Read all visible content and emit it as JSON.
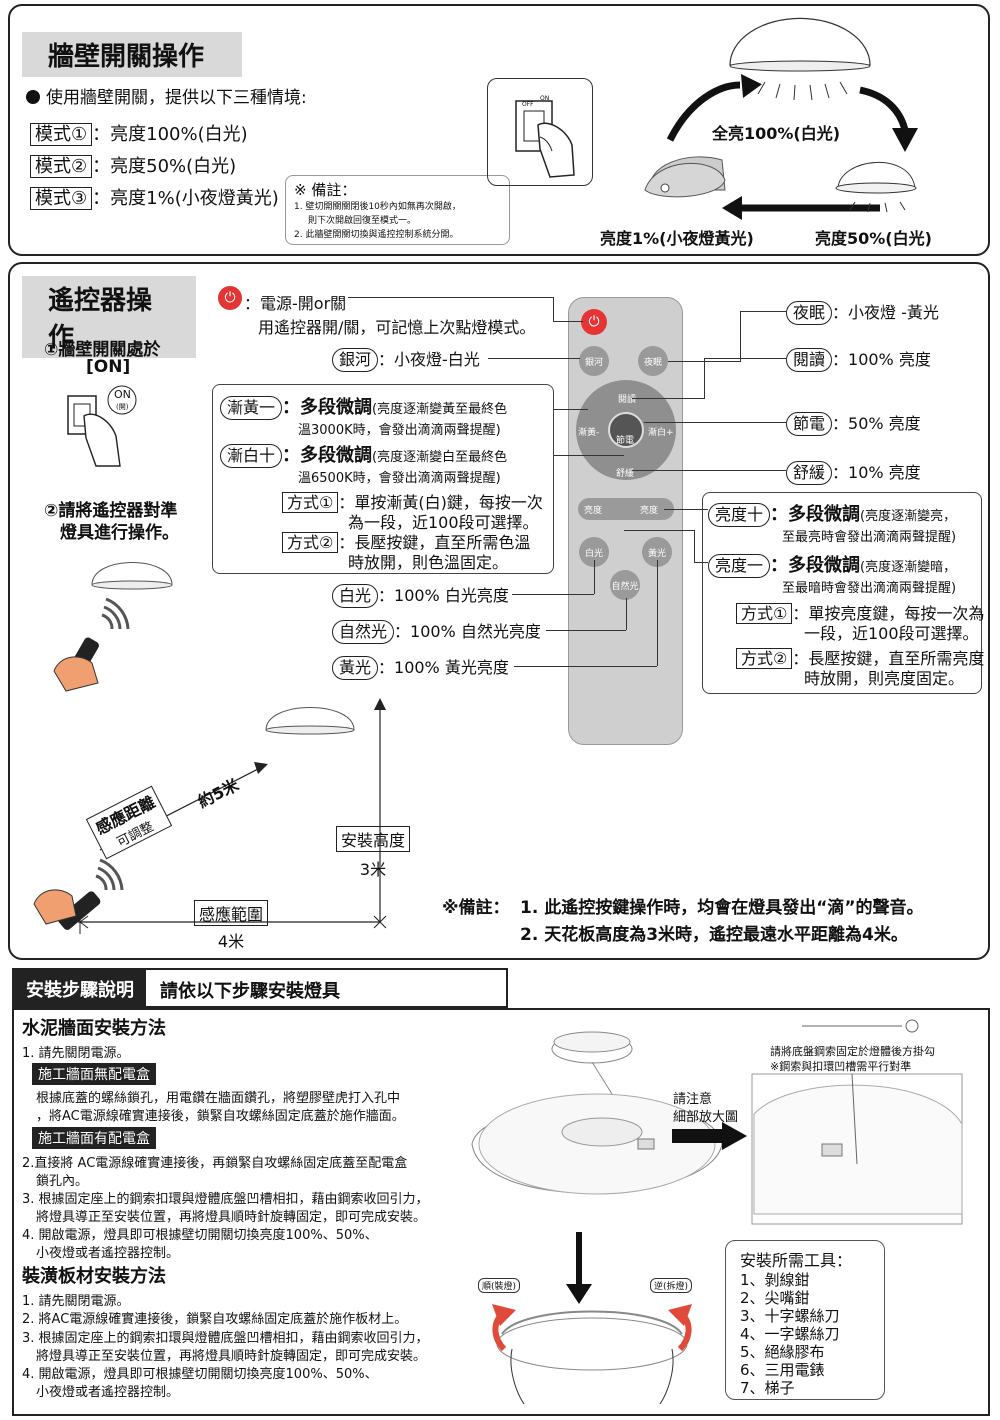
{
  "wall": {
    "title": "牆壁開關操作",
    "intro": "使用牆壁開關，提供以下三種情境:",
    "modes": [
      {
        "tag": "模式①",
        "text": "：亮度100%(白光)"
      },
      {
        "tag": "模式②",
        "text": "：亮度50%(白光)"
      },
      {
        "tag": "模式③",
        "text": "：亮度1%(小夜燈黃光)"
      }
    ],
    "note_title": "※ 備註：",
    "note_lines": [
      "1. 壁切開關關閉後10秒內如無再次開啟，",
      "則下次開啟回復至模式一。",
      "2. 此牆壁開關切換與遙控控制系統分開。"
    ],
    "cycle_top": "全亮100%(白光)",
    "cycle_left": "亮度1%(小夜燈黃光)",
    "cycle_right": "亮度50%(白光)",
    "switch_off": "OFF",
    "switch_on": "ON"
  },
  "remote": {
    "title": "遙控器操作",
    "step1_line1": "①牆壁開關處於",
    "step1_line2": "[ON]",
    "on_label": "ON",
    "on_sub": "(開)",
    "step2_line1": "②請將遙控器對準",
    "step2_line2": "燈具進行操作。",
    "power_label": "：電源-開or關",
    "power_desc": "用遙控器開/關，可記憶上次點燈模式。",
    "yinhe_tag": "銀河",
    "yinhe_desc": "：小夜燈-白光",
    "warm_tag": "漸黃一",
    "warm_bold": "：多段微調",
    "warm_desc1": "(亮度逐漸變黃至最終色",
    "warm_desc2": "溫3000K時，會發出滴滴兩聲提醒)",
    "cool_tag": "漸白十",
    "cool_bold": "：多段微調",
    "cool_desc1": "(亮度逐漸變白至最終色",
    "cool_desc2": "溫6500K時，會發出滴滴兩聲提醒)",
    "m1_tag": "方式①",
    "m1_line1": "：單按漸黃(白)鍵，每按一次",
    "m1_line2": "為一段，近100段可選擇。",
    "m2_tag": "方式②",
    "m2_line1": "：長壓按鍵，直至所需色溫",
    "m2_line2": "時放開，則色溫固定。",
    "white_tag": "白光",
    "white_desc": "：100% 白光亮度",
    "natural_tag": "自然光",
    "natural_desc": "：100% 自然光亮度",
    "yellow_tag": "黃光",
    "yellow_desc": "：100% 黃光亮度",
    "night_tag": "夜眠",
    "night_desc": "：小夜燈 -黃光",
    "read_tag": "閱讀",
    "read_desc": "：100% 亮度",
    "save_tag": "節電",
    "save_desc": "：50% 亮度",
    "relax_tag": "舒緩",
    "relax_desc": "：10% 亮度",
    "bup_tag": "亮度十",
    "bup_bold": "：多段微調",
    "bup_desc1": "(亮度逐漸變亮，",
    "bup_desc2": "至最亮時會發出滴滴兩聲提醒)",
    "bdown_tag": "亮度一",
    "bdown_bold": "：多段微調",
    "bdown_desc1": "(亮度逐漸變暗，",
    "bdown_desc2": "至最暗時會發出滴滴兩聲提醒)",
    "bm1_tag": "方式①",
    "bm1_line1": "：單按亮度鍵，每按一次為",
    "bm1_line2": "一段，近100段可選擇。",
    "bm2_tag": "方式②",
    "bm2_line1": "：長壓按鍵，直至所需亮度",
    "bm2_line2": "時放開，則亮度固定。",
    "btn_yinhe": "銀河",
    "btn_night": "夜眠",
    "btn_read": "閱讀",
    "btn_warm": "漸黃-",
    "btn_save": "節電",
    "btn_cool": "漸白+",
    "btn_relax": "舒緩",
    "btn_bdown": "亮度",
    "btn_bup": "亮度",
    "btn_white": "白光",
    "btn_yellow": "黃光",
    "btn_natural": "自然光",
    "dist_label": "約5米",
    "sense_dist1": "感應距離",
    "sense_dist2": "可調整",
    "height_label": "安裝高度",
    "height_value": "3米",
    "range_label": "感應範圍",
    "range_value": "4米",
    "note_prefix": "※備註：",
    "note1": "1. 此遙控按鍵操作時，均會在燈具發出“滴”的聲音。",
    "note2": "2. 天花板高度為3米時，遙控最遠水平距離為4米。"
  },
  "install": {
    "header_left": "安裝步驟說明",
    "header_right": "請依以下步驟安裝燈具",
    "cement_title": "水泥牆面安裝方法",
    "c1": "1. 請先關閉電源。",
    "tag_no_box": "施工牆面無配電盒",
    "c_no_box1": "根據底蓋的螺絲鎖孔，用電鑽在牆面鑽孔，將塑膠壁虎打入孔中",
    "c_no_box2": "，將AC電源線確實連接後，鎖緊自攻螺絲固定底蓋於施作牆面。",
    "tag_box": "施工牆面有配電盒",
    "c2a": "2.直接將 AC電源線確實連接後，再鎖緊自攻螺絲固定底蓋至配電盒",
    "c2b": "鎖孔內。",
    "c3a": "3. 根據固定座上的鋼索扣環與燈體底盤凹槽相扣，藉由鋼索收回引力，",
    "c3b": "將燈具導正至安裝位置，再將燈具順時針旋轉固定，即可完成安裝。",
    "c4a": "4. 開啟電源，燈具即可根據壁切開關切換亮度100%、50%、",
    "c4b": "小夜燈或者遙控器控制。",
    "board_title": "裝潢板材安裝方法",
    "d1": "1. 請先關閉電源。",
    "d2": "2. 將AC電源線確實連接後，鎖緊自攻螺絲固定底蓋於施作板材上。",
    "d3a": "3. 根據固定座上的鋼索扣環與燈體底盤凹槽相扣，藉由鋼索收回引力，",
    "d3b": "將燈具導正至安裝位置，再將燈具順時針旋轉固定，即可完成安裝。",
    "d4a": "4. 開啟電源，燈具即可根據壁切開關切換亮度100%、50%、",
    "d4b": "小夜燈或者遙控器控制。",
    "detail1": "請注意",
    "detail2": "細部放大圖",
    "cable1": "請將底盤鋼索固定於燈體後方掛勾",
    "cable2": "※鋼索與扣環凹槽需平行對準",
    "cw": "順(裝燈)",
    "ccw": "逆(拆燈)",
    "tools_title": "安裝所需工具：",
    "tools": [
      "1、剝線鉗",
      "2、尖嘴鉗",
      "3、十字螺絲刀",
      "4、一字螺絲刀",
      "5、絕緣膠布",
      "6、三用電錶",
      "7、梯子"
    ]
  }
}
